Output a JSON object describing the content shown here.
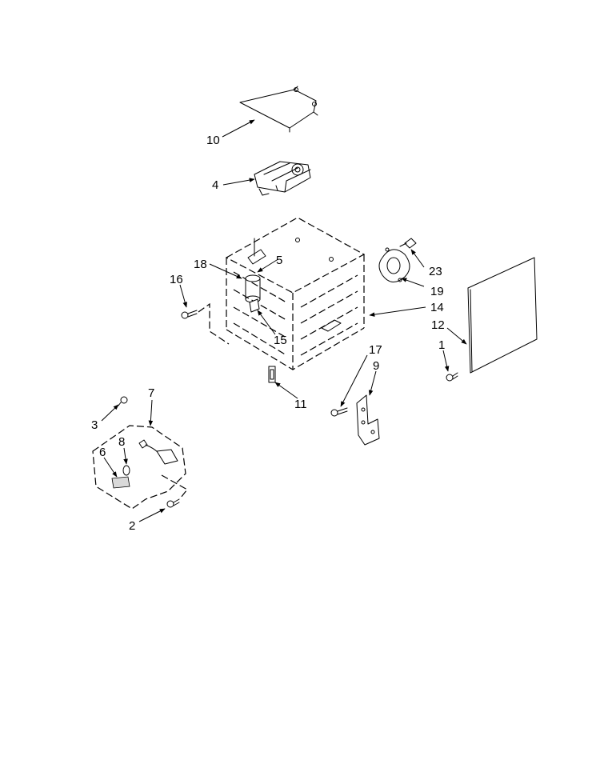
{
  "callouts": {
    "c1": "1",
    "c2": "2",
    "c3": "3",
    "c4": "4",
    "c5": "5",
    "c6": "6",
    "c7": "7",
    "c8": "8",
    "c9": "9",
    "c10": "10",
    "c11": "11",
    "c12": "12",
    "c14": "14",
    "c15": "15",
    "c16": "16",
    "c17": "17",
    "c18": "18",
    "c19": "19",
    "c23": "23"
  },
  "colors": {
    "line": "#000000",
    "background": "#ffffff"
  }
}
